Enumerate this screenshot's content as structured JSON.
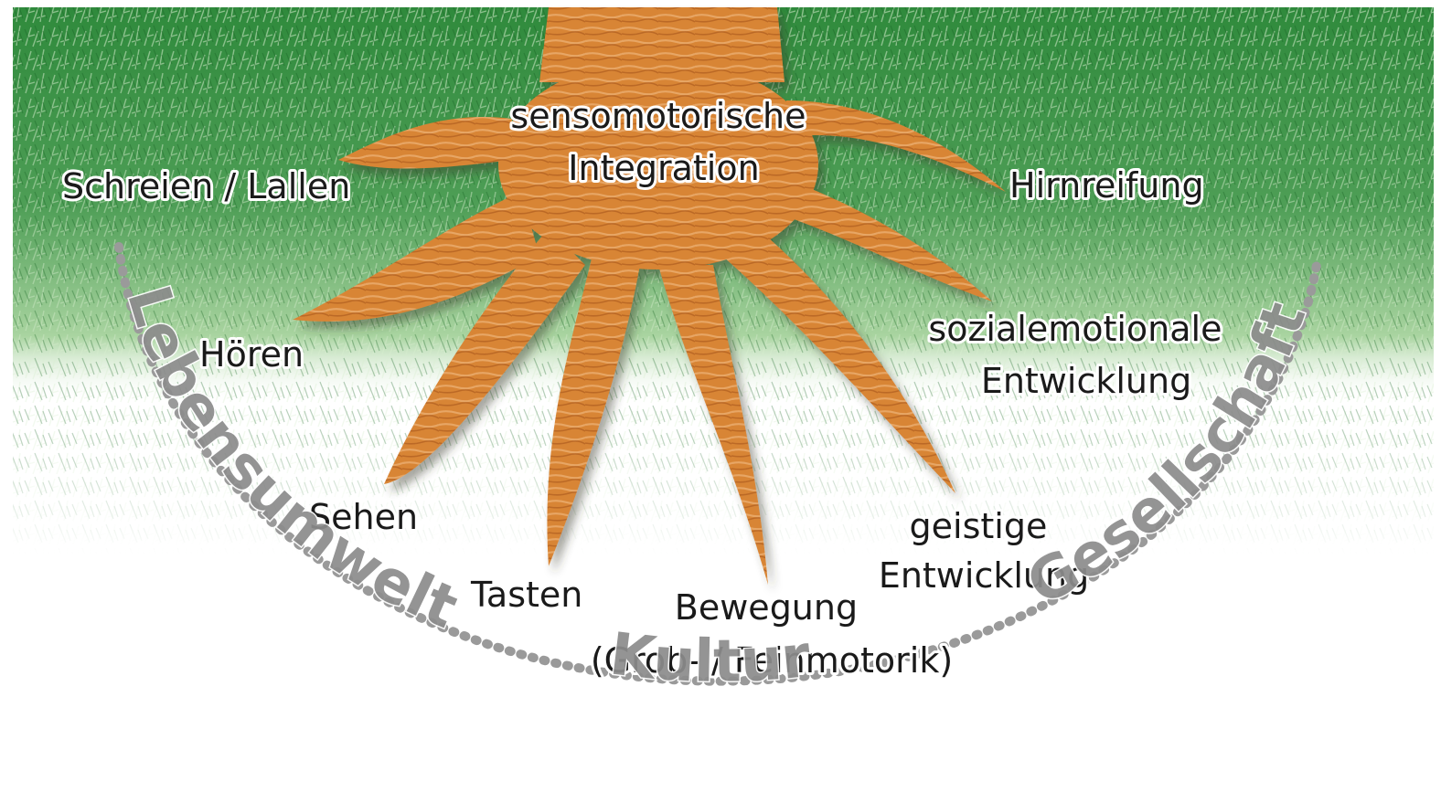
{
  "diagram": {
    "center": [
      "sensomotorische",
      "Integration"
    ],
    "roots": [
      {
        "id": "schreien",
        "lines": [
          "Schreien / Lallen"
        ]
      },
      {
        "id": "hoeren",
        "lines": [
          "Hören"
        ]
      },
      {
        "id": "sehen",
        "lines": [
          "Sehen"
        ]
      },
      {
        "id": "tasten",
        "lines": [
          "Tasten"
        ]
      },
      {
        "id": "bewegung",
        "lines": [
          "Bewegung",
          "(Grob- / Feinmotorik)"
        ]
      },
      {
        "id": "geistige",
        "lines": [
          "geistige",
          "Entwicklung"
        ]
      },
      {
        "id": "sozial",
        "lines": [
          "sozialemotionale",
          "Entwicklung"
        ]
      },
      {
        "id": "hirn",
        "lines": [
          "Hirnreifung"
        ]
      }
    ],
    "arc_words": {
      "left": "Lebensumwelt",
      "bottom": "Kultur",
      "right": "Gesellschaft"
    }
  },
  "colors": {
    "grass_dark": "#2f8a3c",
    "grass_light": "#a9d4a0",
    "root_fill": "#d88535",
    "root_dark": "#a8561a",
    "root_light": "#efb47a",
    "arc_text": "#8c8c8c"
  }
}
